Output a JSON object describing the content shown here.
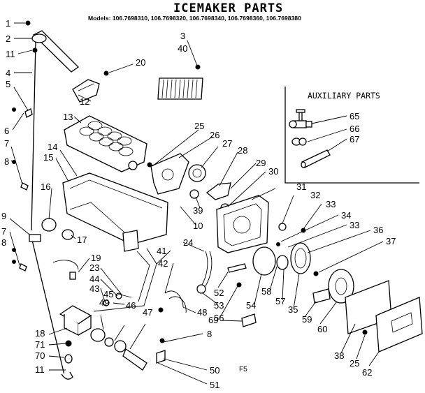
{
  "title": "ICEMAKER PARTS",
  "models": "Models: 106.7698310, 106.7698320, 106.7698340, 106.7698360, 106.7698380",
  "auxiliary_title": "AUXILIARY PARTS",
  "figure_label": "F5",
  "callouts": {
    "n1": "1",
    "n2": "2",
    "n11a": "11",
    "n4": "4",
    "n5": "5",
    "n6": "6",
    "n7a": "7",
    "n8a": "8",
    "n9": "9",
    "n7b": "7",
    "n8b": "8",
    "n12": "12",
    "n13": "13",
    "n14": "14",
    "n15": "15",
    "n16": "16",
    "n17": "17",
    "n3": "3",
    "n40": "40",
    "n20": "20",
    "n25a": "25",
    "n26": "26",
    "n27": "27",
    "n28": "28",
    "n29": "29",
    "n30": "30",
    "n39": "39",
    "n10": "10",
    "n31": "31",
    "n32": "32",
    "n33a": "33",
    "n34": "34",
    "n33b": "33",
    "n36": "36",
    "n37": "37",
    "n65": "65",
    "n66": "66",
    "n67": "67",
    "n19": "19",
    "n41": "41",
    "n42": "42",
    "n24": "24",
    "n23": "23",
    "n44": "44",
    "n43": "43",
    "n45": "45",
    "n49": "49",
    "n46": "46",
    "n47": "47",
    "n48": "48",
    "n52": "52",
    "n53": "53",
    "n56": "56",
    "n54": "54",
    "n58": "58",
    "n57": "57",
    "n35": "35",
    "n59": "59",
    "n60": "60",
    "n38": "38",
    "n25b": "25",
    "n62": "62",
    "n18": "18",
    "n71": "71",
    "n70": "70",
    "n11b": "11",
    "n69": "69",
    "n8c": "8",
    "n50": "50",
    "n51": "51"
  }
}
